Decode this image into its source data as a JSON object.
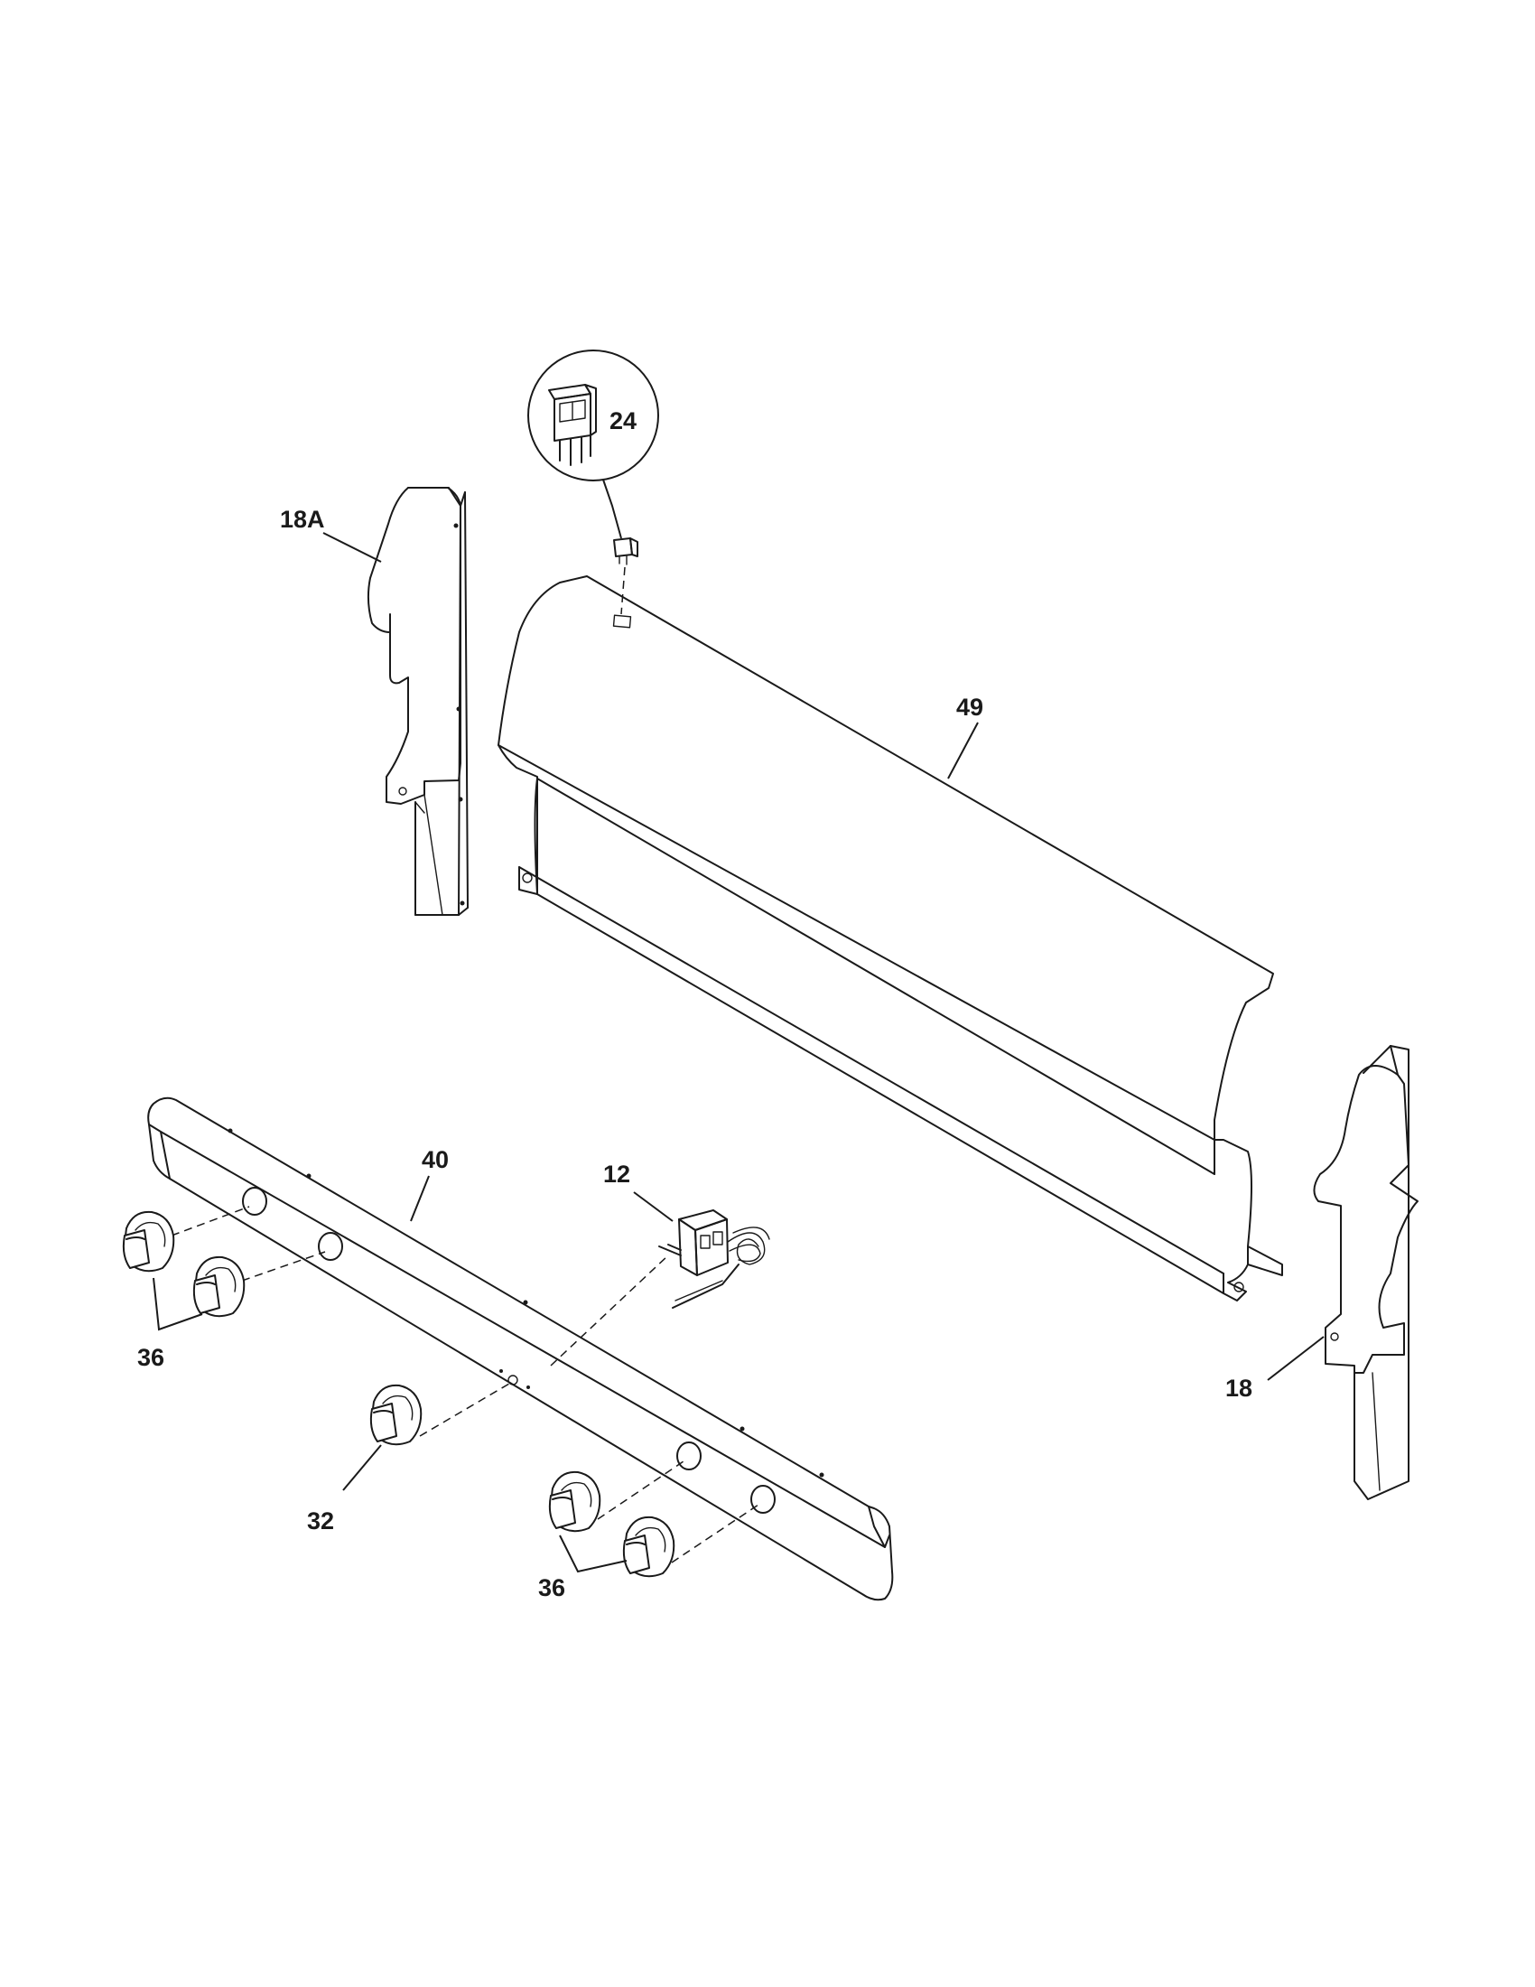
{
  "callouts": {
    "switch": "24",
    "left_side_panel": "18A",
    "backguard": "49",
    "control_panel": "40",
    "thermostat": "12",
    "knobs_left": "36",
    "knob_center": "32",
    "knobs_right": "36",
    "right_side_panel": "18"
  }
}
